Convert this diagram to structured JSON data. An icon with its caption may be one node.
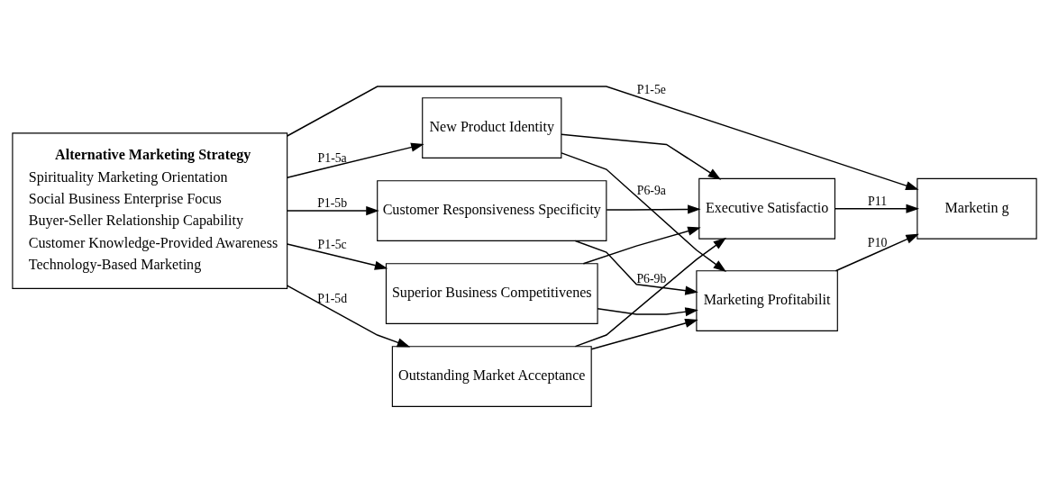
{
  "diagram": {
    "nodes": [
      {
        "text": [
          "Alternative Marketing Strategy",
          "Spirituality Marketing Orientation",
          "Social Business Enterprise Focus",
          "Buyer-Seller Relationship Capability",
          "Customer Knowledge-Provided Awareness",
          "Technology-Based Marketing"
        ]
      },
      {
        "text": [
          "New Product Identity"
        ]
      },
      {
        "text": [
          "Customer Responsiveness Specificity"
        ]
      },
      {
        "text": [
          "Superior Business Competitivenes"
        ]
      },
      {
        "text": [
          "Outstanding Market Acceptance"
        ]
      },
      {
        "text": [
          "Marketing Profitabilit"
        ]
      },
      {
        "text": [
          "Executive Satisfactio"
        ]
      },
      {
        "text": [
          "Marketin g"
        ]
      }
    ],
    "edges": [
      {
        "from": 0,
        "to": 1,
        "arrow": "to",
        "label": "P1-5a"
      },
      {
        "from": 0,
        "to": 2,
        "arrow": "to",
        "label": "P1-5b"
      },
      {
        "from": 0,
        "to": 3,
        "arrow": "to",
        "label": "P1-5c"
      },
      {
        "from": 0,
        "to": 4,
        "arrow": "to",
        "label": "P1-5d"
      },
      {
        "from": 1,
        "to": 5,
        "arrow": "to",
        "label": "P6-9a"
      },
      {
        "from": 2,
        "to": 5,
        "arrow": "to"
      },
      {
        "from": 3,
        "to": 5,
        "arrow": "to"
      },
      {
        "from": 4,
        "to": 5,
        "arrow": "to"
      },
      {
        "from": 1,
        "to": 6,
        "arrow": "to"
      },
      {
        "from": 2,
        "to": 6,
        "arrow": "to"
      },
      {
        "from": 3,
        "to": 6,
        "arrow": "to"
      },
      {
        "from": 4,
        "to": 6,
        "arrow": "to",
        "label": "P6-9b"
      },
      {
        "from": 5,
        "to": 7,
        "arrow": "to",
        "label": "P10"
      },
      {
        "from": 6,
        "to": 7,
        "arrow": "to",
        "label": "P11"
      },
      {
        "from": 0,
        "to": 7,
        "arrow": "to",
        "label": "P1-5e"
      }
    ]
  }
}
